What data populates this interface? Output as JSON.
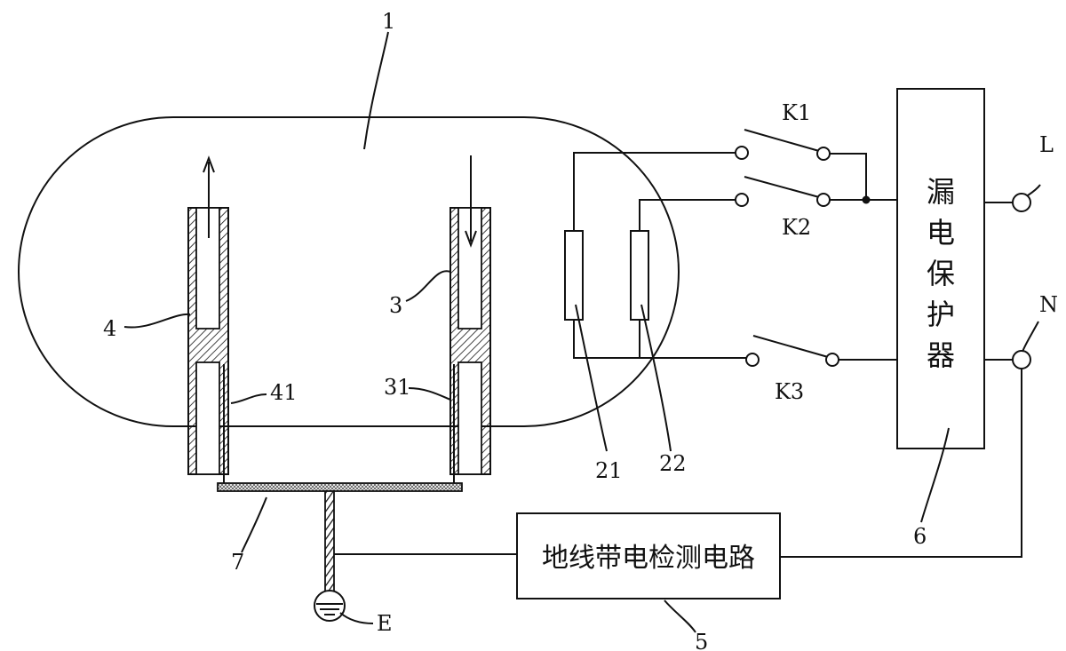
{
  "labels": {
    "tank": "1",
    "pipe_in": "3",
    "pipe_out": "4",
    "pipe_in_section": "31",
    "pipe_out_section": "41",
    "heater_1": "21",
    "heater_2": "22",
    "detection_circuit": "5",
    "leakage_protector": "6",
    "ground_wire": "7",
    "switch_1": "K1",
    "switch_2": "K2",
    "switch_3": "K3",
    "live": "L",
    "neutral": "N",
    "earth": "E"
  },
  "boxes": {
    "protector_text": [
      "漏",
      "电",
      "保",
      "护",
      "器"
    ],
    "detection_text": "地线带电检测电路"
  },
  "colors": {
    "ink": "#111111",
    "background": "#ffffff"
  }
}
